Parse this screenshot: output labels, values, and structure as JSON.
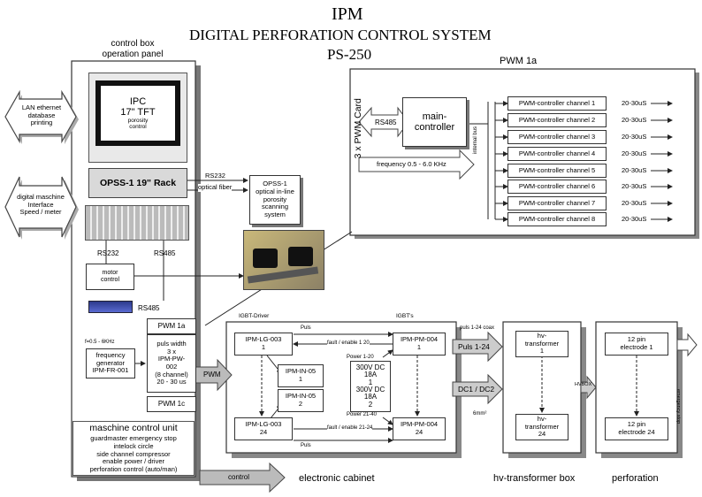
{
  "title": {
    "company": "IPM",
    "system": "DIGITAL PERFORATION CONTROL SYSTEM",
    "model": "PS-250"
  },
  "control_box": {
    "label_line1": "control box",
    "label_line2": "operation panel",
    "monitor": {
      "line1": "IPC",
      "line2": "17\" TFT",
      "line3": "porosity",
      "line4": "control"
    },
    "rack": "OPSS-1 19\" Rack",
    "rs232": "RS232",
    "rs485": "RS485",
    "motor_control": {
      "line1": "motor",
      "line2": "control"
    },
    "rs485_b": "RS485",
    "freq_label": "f=0.5 - 6KHz",
    "freq_gen": {
      "line1": "frequency",
      "line2": "generator",
      "line3": "IPM-FR-001"
    },
    "pwm_stack": {
      "top": "PWM 1a",
      "mid_lines": [
        "puls width",
        "3 x",
        "IPM-PW-",
        "002",
        "(8 channel)",
        "20 - 30 us"
      ],
      "bottom": "PWM 1c"
    }
  },
  "left_inputs": {
    "lan": {
      "line1": "LAN ethernet",
      "line2": "database",
      "line3": "printing"
    },
    "digital": {
      "line1": "digital maschine",
      "line2": "Interface",
      "line3": "Speed / meter"
    }
  },
  "opss": {
    "rs232": "RS232",
    "fiber": "optical fiber",
    "box": {
      "line1": "OPSS-1",
      "line2": "optical in-line",
      "line3": "porosity",
      "line4": "scanning",
      "line5": "system"
    }
  },
  "pwm1a": {
    "title": "PWM 1a",
    "card_label": "3 x PWM Card",
    "rs485": "RS485",
    "main_controller": {
      "line1": "main-",
      "line2": "controller"
    },
    "frequency": "frequency 0.5 - 6.0 KHz",
    "internal_bus": "internal bus",
    "channels": [
      "PWM-controller channel 1",
      "PWM-controller channel 2",
      "PWM-controller channel 3",
      "PWM-controller channel 4",
      "PWM-controller channel 5",
      "PWM-controller channel 6",
      "PWM-controller channel 7",
      "PWM-controller channel 8"
    ],
    "output": "20-30uS"
  },
  "machine_unit": {
    "title": "maschine control unit",
    "lines": [
      "guardmaster emergency stop",
      "intelock circle",
      "side channel compressor",
      "enable power / driver",
      "perforation control (auto/man)"
    ],
    "control": "control",
    "pwm": "PWM"
  },
  "cabinet": {
    "title": "electronic cabinet",
    "igbt_driver": "IGBT-Driver",
    "igbts": "IGBT's",
    "puls": "Puls",
    "puls_b": "Puls",
    "fault1": "fault / enable 1 20",
    "fault2": "fault / enable 21-24",
    "power1": "Power 1-20",
    "power2": "Power 21-40",
    "lg_top": {
      "line1": "IPM-LG-003",
      "line2": "1"
    },
    "lg_bot": {
      "line1": "IPM-LG-003",
      "line2": "24"
    },
    "in_top": {
      "line1": "IPM-IN-05",
      "line2": "1"
    },
    "in_bot": {
      "line1": "IPM-IN-05",
      "line2": "2"
    },
    "dc": {
      "line1": "300V DC",
      "line2": "18A",
      "line3": "1",
      "line4": "300V DC",
      "line5": "18A",
      "line6": "2"
    },
    "pm_top": {
      "line1": "IPM-PM-004",
      "line2": "1"
    },
    "pm_bot": {
      "line1": "IPM-PM-004",
      "line2": "24"
    }
  },
  "links": {
    "puls_coax": "puls 1-24 coax",
    "puls_arrow": "Puls 1-24",
    "dc_arrow": "DC1 / DC2",
    "wire": "6mm²",
    "hvbox": "HVBOX"
  },
  "hv_box": {
    "title": "hv-transformer box",
    "top": {
      "line1": "hv-",
      "line2": "transformer",
      "line3": "1"
    },
    "bottom": {
      "line1": "hv-",
      "line2": "transformer",
      "line3": "24"
    }
  },
  "perforation": {
    "title": "perforation",
    "top": {
      "line1": "12 pin",
      "line2": "electrode 1"
    },
    "bottom": {
      "line1": "12 pin",
      "line2": "electrode 24"
    },
    "side_label": "emergency stop"
  }
}
